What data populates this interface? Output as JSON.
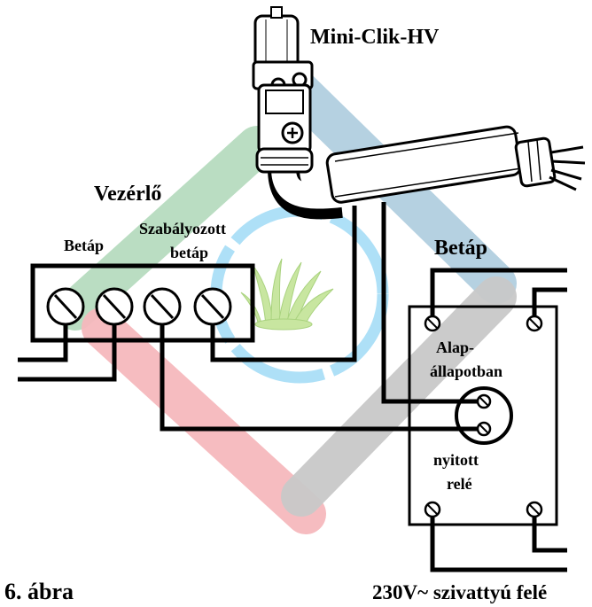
{
  "labels": {
    "sensor": "Mini-Clik-HV",
    "controller": "Vezérlő",
    "controller_power": "Betáp",
    "regulated_power_1": "Szabályozott",
    "regulated_power_2": "betáp",
    "relay_power": "Betáp",
    "relay_state_1": "Alap-",
    "relay_state_2": "állapotban",
    "relay_type_1": "nyitott",
    "relay_type_2": "relé",
    "figure": "6. ábra",
    "pump": "230V~ szivattyú felé"
  },
  "colors": {
    "green_band": "#b7dcbf",
    "blue_band": "#b2cfe0",
    "red_band": "#f6b9bd",
    "gray_band": "#c9c9c9",
    "ring": "#aee0f7",
    "grass": "#c8e6a0",
    "wire": "#000000"
  }
}
